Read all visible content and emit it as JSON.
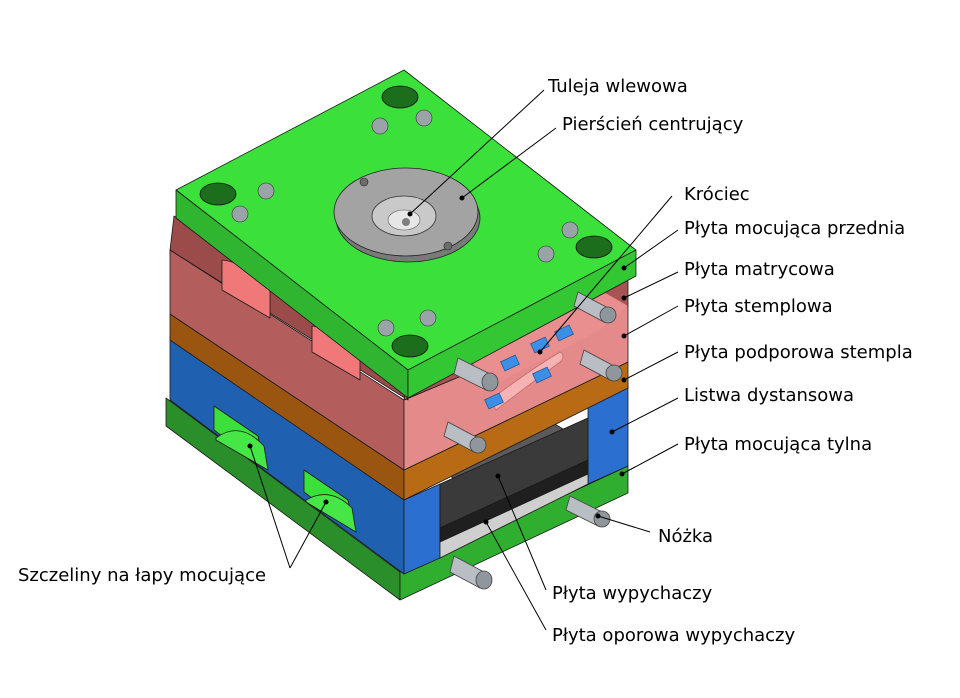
{
  "labels": {
    "sprue_bushing": "Tuleja wlewowa",
    "locating_ring": "Pierścień centrujący",
    "nozzle": "Króciec",
    "front_clamp_plate": "Płyta mocująca przednia",
    "cavity_plate": "Płyta matrycowa",
    "core_plate": "Płyta stemplowa",
    "support_plate": "Płyta podporowa stempla",
    "spacer_block": "Listwa dystansowa",
    "rear_clamp_plate": "Płyta mocująca tylna",
    "leg": "Nóżka",
    "clamp_slots": "Szczeliny na łapy mocujące",
    "ejector_plate": "Płyta wypychaczy",
    "ejector_retainer_plate": "Płyta oporowa wypychaczy"
  },
  "colors": {
    "clamp_plate": "#3be03b",
    "clamp_plate_side": "#2a9a2a",
    "cavity_plate": "#b25a5a",
    "core_plate": "#e07d7d",
    "support_plate": "#b86b14",
    "spacer_block": "#2b6fd1",
    "rear_plate": "#2b9a2b",
    "ejector": "#2f2f2f",
    "pin": "#b9bec4",
    "nozzle": "#3c8fe6",
    "ring": "#9a9a9a"
  }
}
